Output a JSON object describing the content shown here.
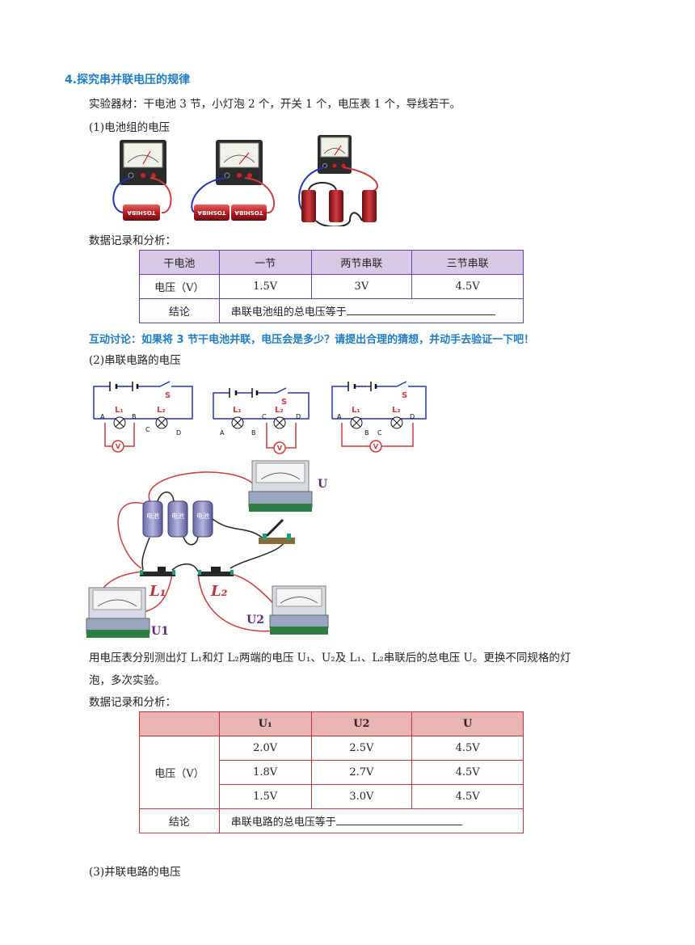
{
  "section": {
    "title": "4.探究串并联电压的规律",
    "materials": "实验器材：干电池 3 节，小灯泡 2 个，开关 1 个，电压表 1 个，导线若干。",
    "part1_title": "(1)电池组的电压",
    "data_label_1": "数据记录和分析：",
    "discussion": "互动讨论：如果将 3 节干电池并联，电压会是多少？请提出合理的猜想，并动手去验证一下吧！",
    "part2_title": "(2)串联电路的电压",
    "desc_line1": "用电压表分别测出灯 L₁和灯 L₂两端的电压 U₁、U₂及 L₁、L₂串联后的总电压 U。更换不同规格的灯",
    "desc_line2": "泡，多次实验。",
    "data_label_2": "数据记录和分析：",
    "part3_title": "(3)并联电路的电压"
  },
  "battery_brand": "TOSHIBA",
  "battery_cell_text": "电池",
  "table1": {
    "headers": [
      "干电池",
      "一节",
      "两节串联",
      "三节串联"
    ],
    "row_label": "电压（V）",
    "values": [
      "1.5V",
      "3V",
      "4.5V"
    ],
    "conclusion_label": "结论",
    "conclusion_text": "串联电池组的总电压等于"
  },
  "table2": {
    "headers": [
      "",
      "U₁",
      "U2",
      "U"
    ],
    "row_label": "电压（V）",
    "rows": [
      [
        "2.0V",
        "2.5V",
        "4.5V"
      ],
      [
        "1.8V",
        "2.7V",
        "4.5V"
      ],
      [
        "1.5V",
        "3.0V",
        "4.5V"
      ]
    ],
    "conclusion_label": "结论",
    "conclusion_text": "串联电路的总电压等于"
  },
  "circuit_labels": {
    "switch": "S",
    "lamp1": "L₁",
    "lamp2": "L₂",
    "voltmeter": "V",
    "points": [
      "A",
      "B",
      "C",
      "D"
    ]
  },
  "apparatus_labels": {
    "U": "U",
    "U1": "U1",
    "U2": "U2",
    "L1": "L₁",
    "L2": "L₂"
  },
  "colors": {
    "heading": "#1f7dc4",
    "wire_blue": "#2233bb",
    "wire_red": "#d43a3a",
    "table1_border": "#6c3fa0",
    "table1_header": "#d7c8e8",
    "table2_border": "#c0343a",
    "table2_header": "#e8b4b4"
  }
}
